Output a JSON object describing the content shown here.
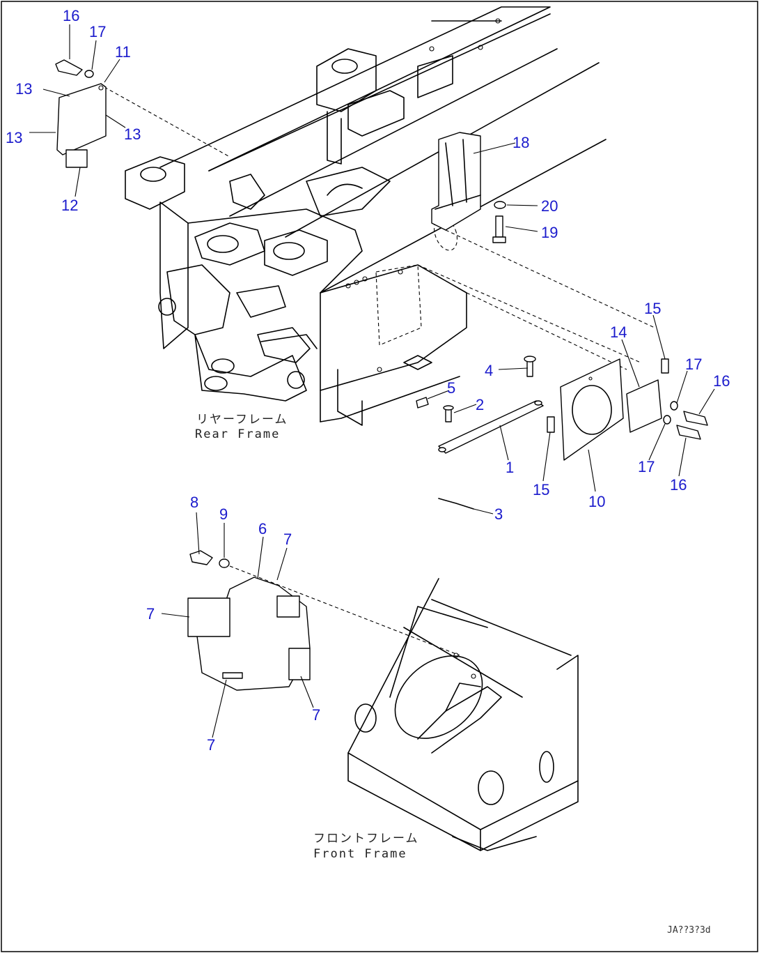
{
  "callouts": {
    "c16a": "16",
    "c17a": "17",
    "c11": "11",
    "c13a": "13",
    "c13b": "13",
    "c13c": "13",
    "c12": "12",
    "c18": "18",
    "c20": "20",
    "c19": "19",
    "c15a": "15",
    "c14": "14",
    "c17b": "17",
    "c16b": "16",
    "c4": "4",
    "c5": "5",
    "c2": "2",
    "c1": "1",
    "c15b": "15",
    "c10": "10",
    "c17c": "17",
    "c16c": "16",
    "c3": "3",
    "c8": "8",
    "c9": "9",
    "c6": "6",
    "c7a": "7",
    "c7b": "7",
    "c7c": "7",
    "c7d": "7"
  },
  "captions": {
    "rear_jp": "リヤーフレーム",
    "rear_en": "Rear Frame",
    "front_jp": "フロントフレーム",
    "front_en": "Front Frame"
  },
  "drawing_code": "JA??3?3d"
}
